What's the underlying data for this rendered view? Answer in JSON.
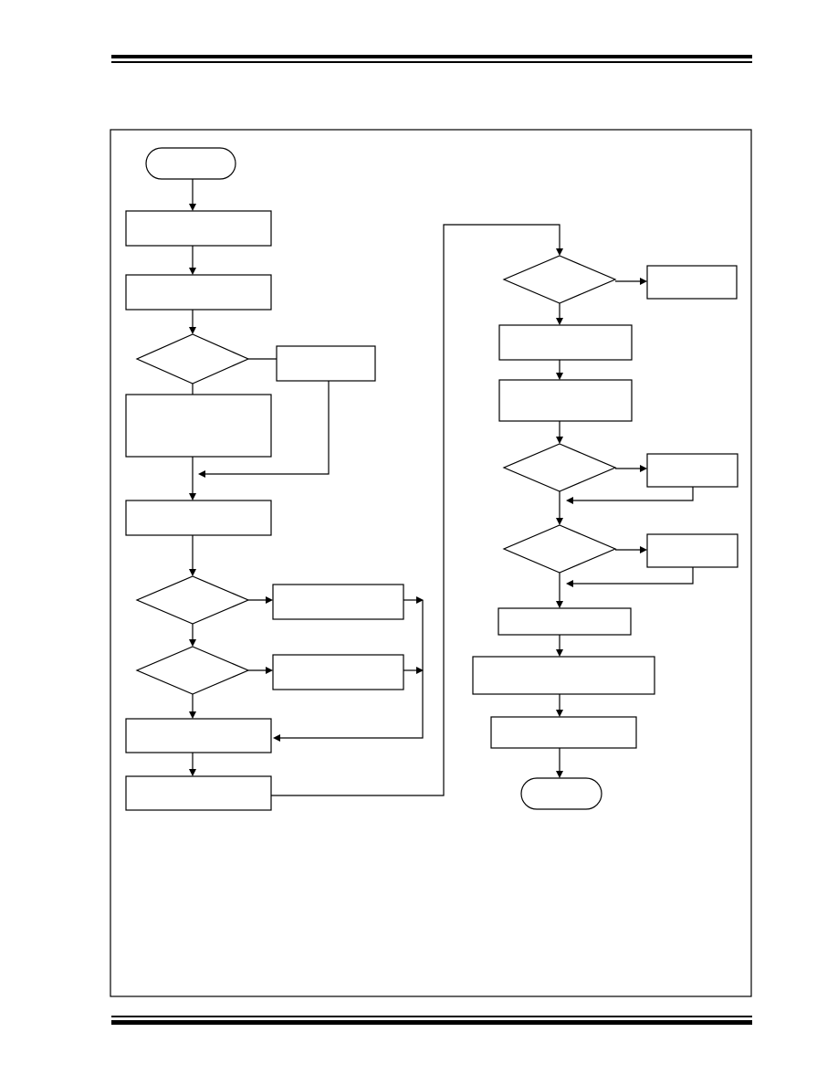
{
  "diagram": {
    "type": "flowchart",
    "nodes": [
      {
        "id": "start-terminal",
        "shape": "terminal",
        "text": ""
      },
      {
        "id": "l-step-1",
        "shape": "process",
        "text": ""
      },
      {
        "id": "l-step-2",
        "shape": "process",
        "text": ""
      },
      {
        "id": "l-decision-1",
        "shape": "decision",
        "text": ""
      },
      {
        "id": "l-branch-1",
        "shape": "process",
        "text": ""
      },
      {
        "id": "l-step-3",
        "shape": "process",
        "text": ""
      },
      {
        "id": "l-step-4",
        "shape": "process",
        "text": ""
      },
      {
        "id": "l-decision-2",
        "shape": "decision",
        "text": ""
      },
      {
        "id": "l-branch-2",
        "shape": "process",
        "text": ""
      },
      {
        "id": "l-decision-3",
        "shape": "decision",
        "text": ""
      },
      {
        "id": "l-branch-3",
        "shape": "process",
        "text": ""
      },
      {
        "id": "l-step-5",
        "shape": "process",
        "text": ""
      },
      {
        "id": "l-step-6",
        "shape": "process",
        "text": ""
      },
      {
        "id": "r-decision-1",
        "shape": "decision",
        "text": ""
      },
      {
        "id": "r-branch-1",
        "shape": "process",
        "text": ""
      },
      {
        "id": "r-step-1",
        "shape": "process",
        "text": ""
      },
      {
        "id": "r-step-2",
        "shape": "process",
        "text": ""
      },
      {
        "id": "r-decision-2",
        "shape": "decision",
        "text": ""
      },
      {
        "id": "r-branch-2",
        "shape": "process",
        "text": ""
      },
      {
        "id": "r-decision-3",
        "shape": "decision",
        "text": ""
      },
      {
        "id": "r-branch-3",
        "shape": "process",
        "text": ""
      },
      {
        "id": "r-step-3",
        "shape": "process",
        "text": ""
      },
      {
        "id": "r-step-4",
        "shape": "process",
        "text": ""
      },
      {
        "id": "r-step-5",
        "shape": "process",
        "text": ""
      },
      {
        "id": "end-terminal",
        "shape": "terminal",
        "text": ""
      }
    ]
  }
}
